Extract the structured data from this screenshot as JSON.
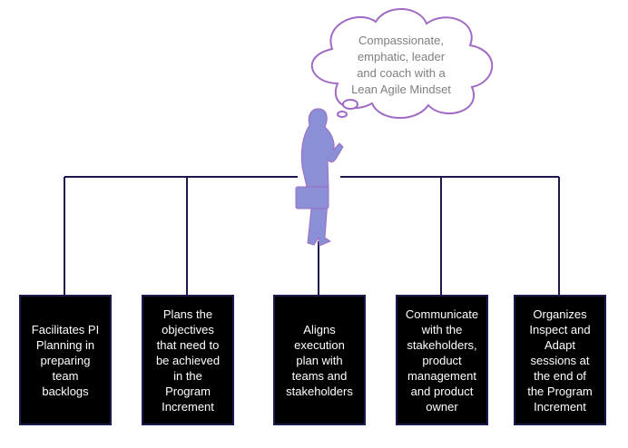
{
  "colors": {
    "connector": "#1a1a4d",
    "box_fill": "#000000",
    "box_text": "#ffffff",
    "figure_fill": "#8a8fd6",
    "figure_outline": "#a06bc4",
    "bubble_outline": "#a06bc4",
    "bubble_text": "#7f7f7f"
  },
  "icons": {
    "figure": "businessman-silhouette-icon",
    "bubble": "thought-bubble"
  },
  "thought": {
    "lines": [
      "Compassionate,",
      "emphatic, leader",
      "and coach with a",
      "Lean Agile Mindset"
    ]
  },
  "boxes": [
    {
      "lines": [
        "Facilitates PI",
        "Planning in",
        "preparing",
        "team",
        "backlogs"
      ]
    },
    {
      "lines": [
        "Plans the",
        "objectives",
        "that need to",
        "be achieved",
        "in the",
        "Program",
        "Increment"
      ]
    },
    {
      "lines": [
        "Aligns",
        "execution",
        "plan with",
        "teams and",
        "stakeholders"
      ]
    },
    {
      "lines": [
        "Communicate",
        "with the",
        "stakeholders,",
        "product",
        "management",
        "and product",
        "owner"
      ]
    },
    {
      "lines": [
        "Organizes",
        "Inspect and",
        "Adapt",
        "sessions at",
        "the end of",
        "the Program",
        "Increment"
      ]
    }
  ]
}
